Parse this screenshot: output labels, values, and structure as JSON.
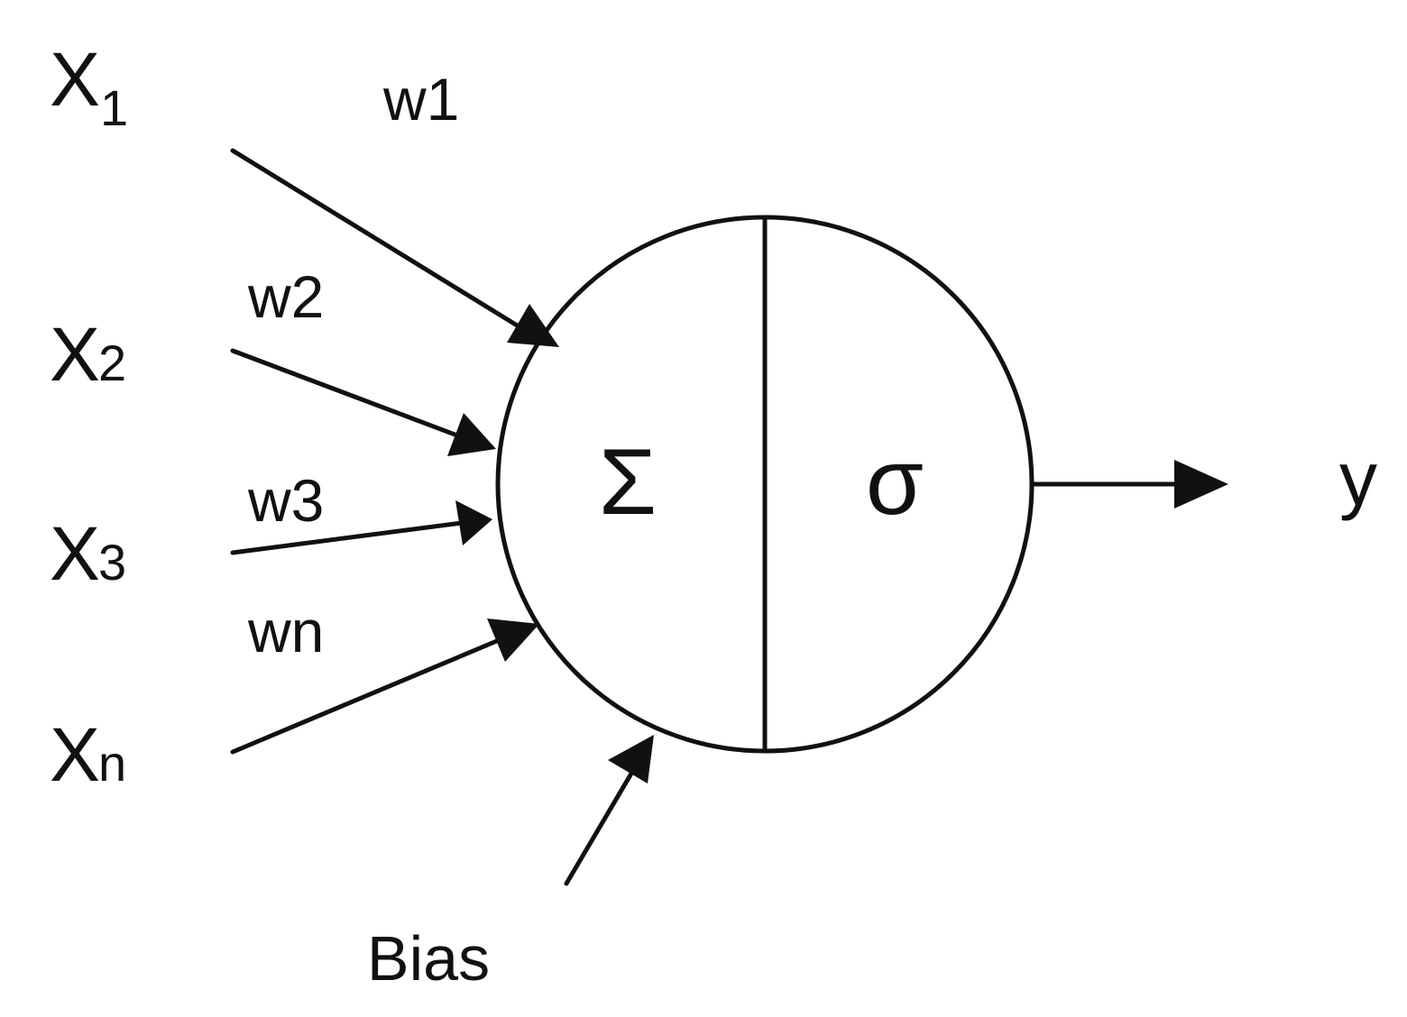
{
  "inputs": [
    {
      "name": "X",
      "sub": "1",
      "weight": "w1"
    },
    {
      "name": "X",
      "sub": "2",
      "weight": "w2"
    },
    {
      "name": "X",
      "sub": "3",
      "weight": "w3"
    },
    {
      "name": "X",
      "sub": "n",
      "weight": "wn"
    }
  ],
  "neuron": {
    "sum_symbol": "Σ",
    "activation_symbol": "σ"
  },
  "bias_label": "Bias",
  "output_label": "y",
  "colors": {
    "line": "#111111",
    "background": "#ffffff"
  }
}
